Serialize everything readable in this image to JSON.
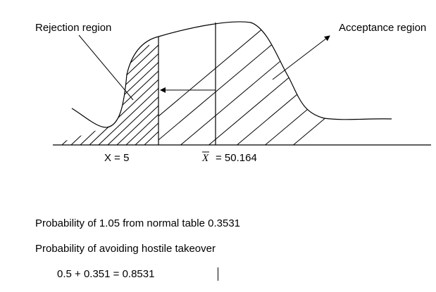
{
  "diagram": {
    "labels": {
      "rejection_region": "Rejection region",
      "acceptance_region": "Acceptance region",
      "x_value": "X = 5",
      "mean_symbol": "X",
      "mean_value": "= 50.164"
    }
  },
  "notes": {
    "line1": "Probability of 1.05 from normal table 0.3531",
    "line2": "Probability of avoiding hostile takeover",
    "line3": "0.5 + 0.351 = 0.8531"
  }
}
